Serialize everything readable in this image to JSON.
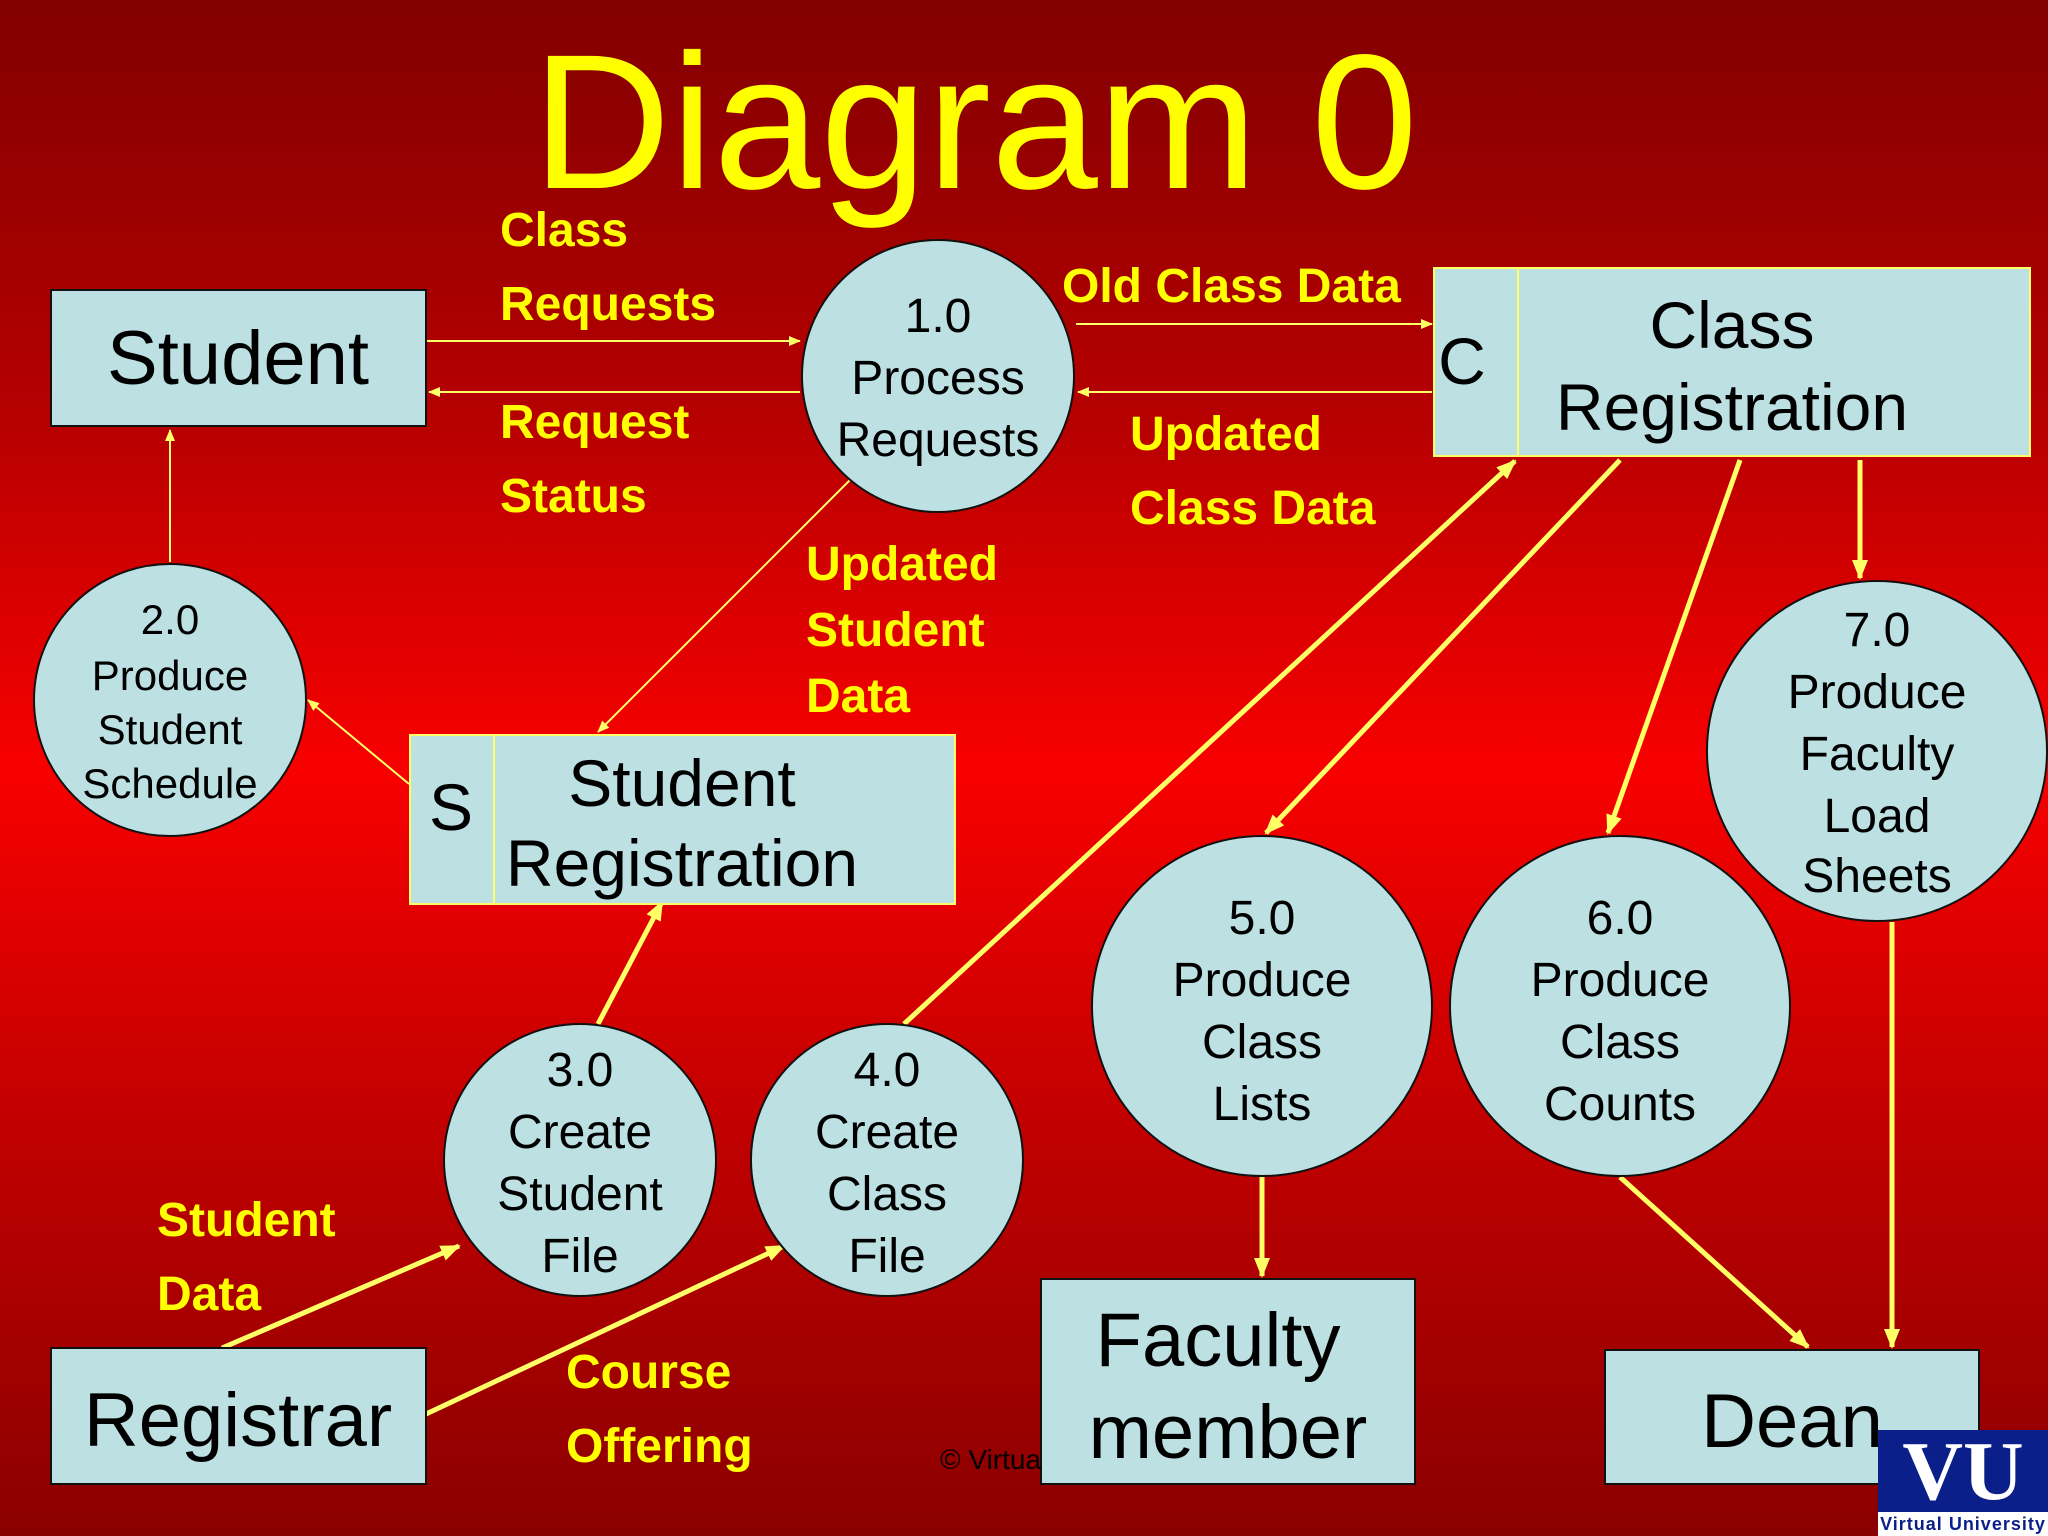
{
  "title": "Diagram 0",
  "external_entities": {
    "student": "Student",
    "registrar": "Registrar",
    "faculty": [
      "Faculty",
      "member"
    ],
    "dean": "Dean"
  },
  "data_stores": {
    "class_registration": {
      "id": "C",
      "lines": [
        "Class",
        "Registration"
      ]
    },
    "student_registration": {
      "id": "S",
      "lines": [
        "Student",
        "Registration"
      ]
    }
  },
  "processes": {
    "p1": [
      "1.0",
      "Process",
      "Requests"
    ],
    "p2": [
      "2.0",
      "Produce",
      "Student",
      "Schedule"
    ],
    "p3": [
      "3.0",
      "Create",
      "Student",
      "File"
    ],
    "p4": [
      "4.0",
      "Create",
      "Class",
      "File"
    ],
    "p5": [
      "5.0",
      "Produce",
      "Class",
      "Lists"
    ],
    "p6": [
      "6.0",
      "Produce",
      "Class",
      "Counts"
    ],
    "p7": [
      "7.0",
      "Produce",
      "Faculty",
      "Load",
      "Sheets"
    ]
  },
  "flows": {
    "class_requests": [
      "Class",
      "Requests"
    ],
    "request_status": [
      "Request",
      "Status"
    ],
    "old_class_data": "Old Class Data",
    "updated_class_data": [
      "Updated",
      "Class Data"
    ],
    "updated_student_data": [
      "Updated",
      "Student",
      "Data"
    ],
    "student_data": [
      "Student",
      "Data"
    ],
    "course_offering": [
      "Course",
      "Offering"
    ]
  },
  "footer": "© Virtua",
  "logo": {
    "mark": "VU",
    "name": "Virtual University"
  },
  "colors": {
    "background": "#d40000",
    "title": "#ffff00",
    "shape_fill": "#bde0e3",
    "flow_line": "#ffff66",
    "label": "#ffff00"
  }
}
